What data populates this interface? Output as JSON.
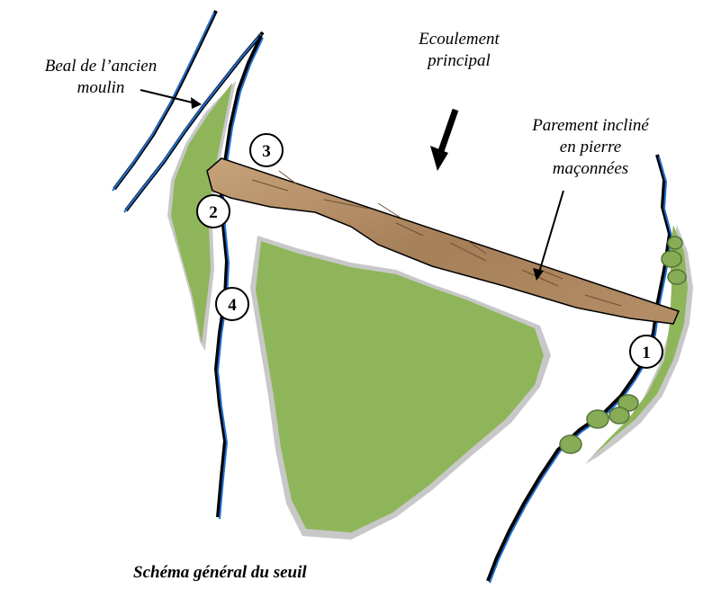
{
  "labels": {
    "beal": [
      "Beal de l’ancien",
      "moulin"
    ],
    "ecoulement": [
      "Ecoulement",
      "principal"
    ],
    "parement": [
      "Parement incliné",
      "en pierre",
      "maçonnées"
    ]
  },
  "caption": "Schéma général du seuil",
  "markers": [
    "1",
    "2",
    "3",
    "4"
  ],
  "colors": {
    "vegetation": "#8fb55a",
    "stone": "#b08a62",
    "water_line": "#1f6fd1",
    "bank_line": "#000000",
    "shadow": "#c8c8c8"
  }
}
